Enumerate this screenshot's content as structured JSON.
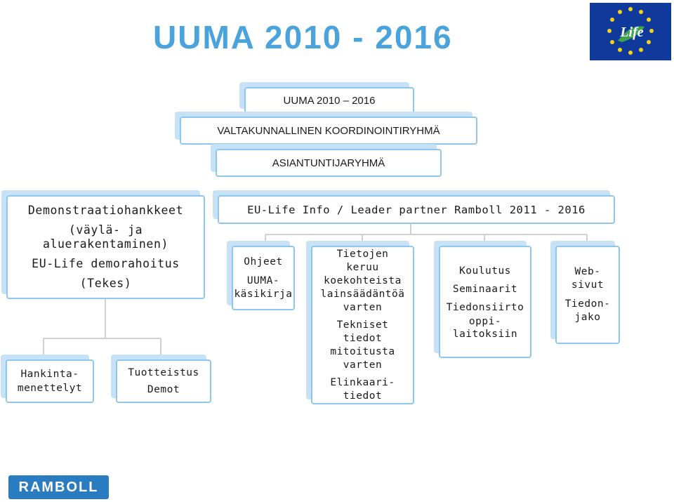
{
  "title": "UUMA 2010 - 2016",
  "colors": {
    "title": "#4aa3dc",
    "box_border": "#8fc6ec",
    "box_shadow": "#c7e2f6",
    "connector": "#d0d0d0",
    "eu_blue": "#0f3a9c",
    "eu_star": "#f2d21b",
    "ramboll_blue": "#2a7cc0"
  },
  "logos": {
    "eu_life": "Life",
    "ramboll": "RAMBOLL"
  },
  "boxes": {
    "uuma": {
      "text": "UUMA 2010  –  2016"
    },
    "valtakunnallinen": {
      "text": "VALTAKUNNALLINEN KOORDINOINTIRYHMÄ"
    },
    "asiantuntija": {
      "text": "ASIANTUNTIJARYHMÄ"
    },
    "demo": {
      "line1": "Demonstraatiohankkeet",
      "line2": "(väylä- ja",
      "line3": "aluerakentaminen)",
      "line4": "EU-Life demorahoitus",
      "line5": "(Tekes)"
    },
    "eulife": {
      "text": "EU-Life Info / Leader partner Ramboll 2011 - 2016"
    },
    "ohjeet": {
      "line1": "Ohjeet",
      "line2": "UUMA-",
      "line3": "käsikirja"
    },
    "tietojen": {
      "line1": "Tietojen",
      "line2": "keruu",
      "line3": "koekohteista",
      "line4": "lainsäädäntöä",
      "line5": "varten",
      "line6": "Tekniset",
      "line7": "tiedot",
      "line8": "mitoitusta",
      "line9": "varten",
      "line10": "Elinkaari-",
      "line11": "tiedot"
    },
    "koulutus": {
      "line1": "Koulutus",
      "line2": "Seminaarit",
      "line3": "Tiedonsiirto",
      "line4": "oppi-",
      "line5": "laitoksiin"
    },
    "web": {
      "line1": "Web-",
      "line2": "sivut",
      "line3": "Tiedon-",
      "line4": "jako"
    },
    "hankinta": {
      "line1": "Hankinta-",
      "line2": "menettelyt"
    },
    "tuotteistus": {
      "line1": "Tuotteistus",
      "line2": "Demot"
    }
  }
}
